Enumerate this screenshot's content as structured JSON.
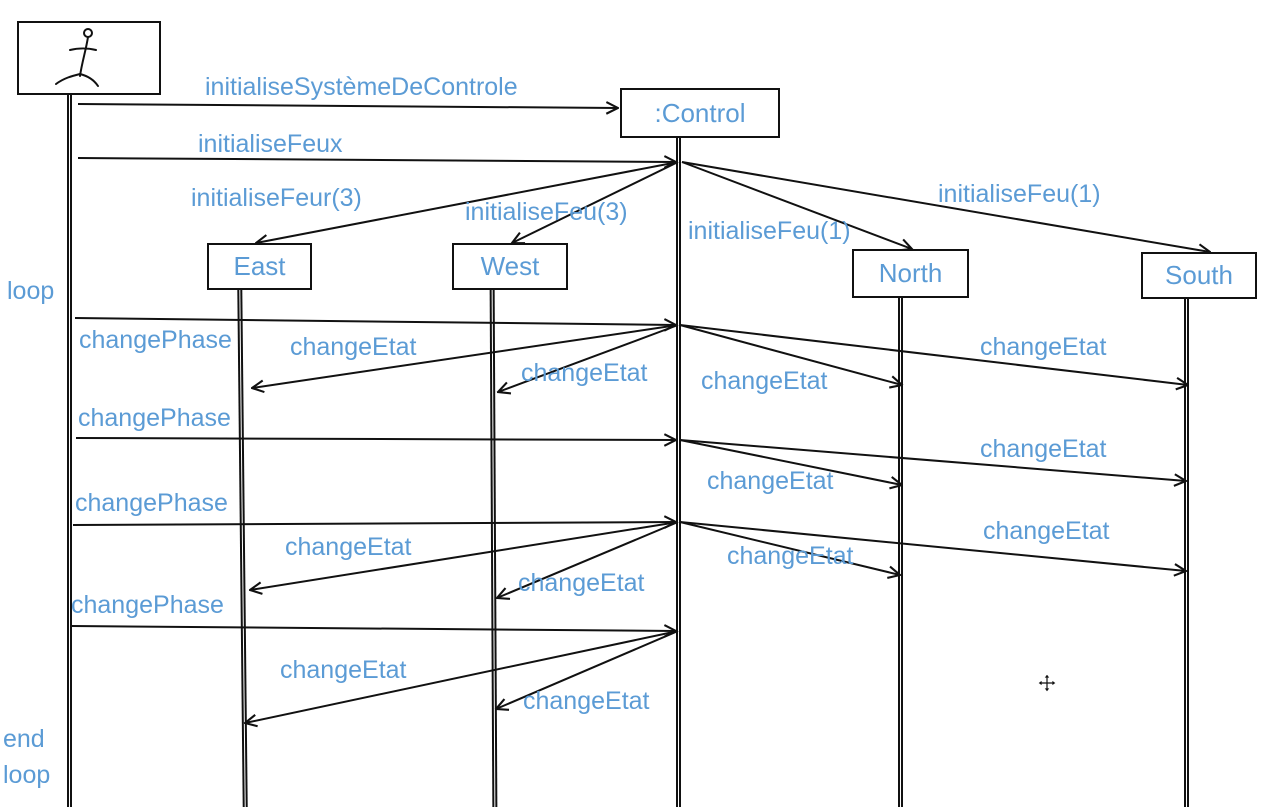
{
  "diagram": {
    "participants": {
      "control": ":Control",
      "east": "East",
      "west": "West",
      "north": "North",
      "south": "South"
    },
    "fragment": {
      "loop_start": "loop",
      "loop_end_line1": "end",
      "loop_end_line2": "loop"
    },
    "messages": {
      "init_control": "initialiseSystèmeDeControle",
      "init_feux": "initialiseFeux",
      "init_east": "initialiseFeur(3)",
      "init_west": "initialiseFeu(3)",
      "init_north": "initialiseFeu(1)",
      "init_south": "initialiseFeu(1)",
      "change_phase": "changePhase",
      "change_etat": "changeEtat"
    },
    "icons": [
      "stick-figure-icon",
      "move-cursor-icon"
    ]
  }
}
